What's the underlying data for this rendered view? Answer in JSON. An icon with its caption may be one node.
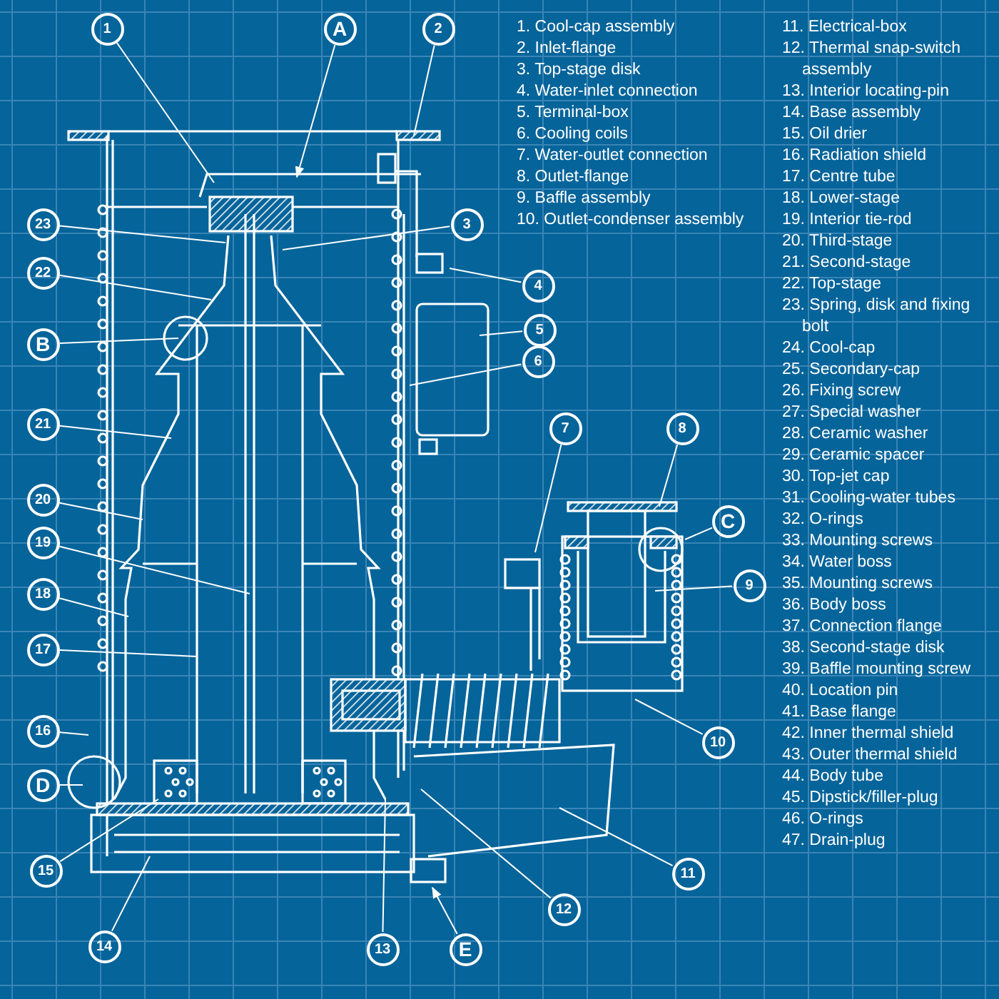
{
  "diagram": {
    "nodes": [
      {
        "text": [
          "1"
        ]
      },
      {
        "text": [
          "2"
        ]
      },
      {
        "text": [
          "3"
        ]
      },
      {
        "text": [
          "4"
        ]
      },
      {
        "text": [
          "5"
        ]
      },
      {
        "text": [
          "6"
        ]
      },
      {
        "text": [
          "7"
        ]
      },
      {
        "text": [
          "8"
        ]
      },
      {
        "text": [
          "9"
        ]
      },
      {
        "text": [
          "10"
        ]
      },
      {
        "text": [
          "11"
        ]
      },
      {
        "text": [
          "12"
        ]
      },
      {
        "text": [
          "13"
        ]
      },
      {
        "text": [
          "14"
        ]
      },
      {
        "text": [
          "15"
        ]
      },
      {
        "text": [
          "16"
        ]
      },
      {
        "text": [
          "17"
        ]
      },
      {
        "text": [
          "18"
        ]
      },
      {
        "text": [
          "19"
        ]
      },
      {
        "text": [
          "20"
        ]
      },
      {
        "text": [
          "21"
        ]
      },
      {
        "text": [
          "22"
        ]
      },
      {
        "text": [
          "23"
        ]
      },
      {
        "text": [
          "A"
        ]
      },
      {
        "text": [
          "B"
        ]
      },
      {
        "text": [
          "C"
        ]
      },
      {
        "text": [
          "D"
        ]
      },
      {
        "text": [
          "E"
        ]
      }
    ],
    "edges": [
      {
        "from": 0,
        "to": null,
        "arrow": "none"
      },
      {
        "from": 1,
        "to": null,
        "arrow": "none"
      },
      {
        "from": 2,
        "to": null,
        "arrow": "none"
      },
      {
        "from": 3,
        "to": null,
        "arrow": "none"
      },
      {
        "from": 4,
        "to": null,
        "arrow": "none"
      },
      {
        "from": 5,
        "to": null,
        "arrow": "none"
      },
      {
        "from": 6,
        "to": null,
        "arrow": "none"
      },
      {
        "from": 7,
        "to": null,
        "arrow": "none"
      },
      {
        "from": 8,
        "to": null,
        "arrow": "none"
      },
      {
        "from": 9,
        "to": null,
        "arrow": "none"
      },
      {
        "from": 10,
        "to": null,
        "arrow": "none"
      },
      {
        "from": 11,
        "to": null,
        "arrow": "none"
      },
      {
        "from": 12,
        "to": null,
        "arrow": "none"
      },
      {
        "from": 13,
        "to": null,
        "arrow": "none"
      },
      {
        "from": 14,
        "to": null,
        "arrow": "none"
      },
      {
        "from": 15,
        "to": null,
        "arrow": "none"
      },
      {
        "from": 16,
        "to": null,
        "arrow": "none"
      },
      {
        "from": 17,
        "to": null,
        "arrow": "none"
      },
      {
        "from": 18,
        "to": null,
        "arrow": "none"
      },
      {
        "from": 19,
        "to": null,
        "arrow": "none"
      },
      {
        "from": 20,
        "to": null,
        "arrow": "none"
      },
      {
        "from": 21,
        "to": null,
        "arrow": "none"
      },
      {
        "from": 22,
        "to": null,
        "arrow": "none"
      },
      {
        "from": 23,
        "to": null,
        "arrow": "to"
      },
      {
        "from": 24,
        "to": null,
        "arrow": "none"
      },
      {
        "from": 25,
        "to": null,
        "arrow": "none"
      },
      {
        "from": 26,
        "to": null,
        "arrow": "none"
      },
      {
        "from": 27,
        "to": null,
        "arrow": "to"
      }
    ],
    "labels": [
      "1. Cool-cap assembly",
      "2. Inlet-flange",
      "3. Top-stage disk",
      "4. Water-inlet connection",
      "5. Terminal-box",
      "6. Cooling coils",
      "7. Water-outlet connection",
      "8. Outlet-flange",
      "9. Baffle assembly",
      "10. Outlet-condenser assembly",
      "11. Electrical-box",
      "12. Thermal snap-switch assembly",
      "13. Interior locating-pin",
      "14. Base assembly",
      "15. Oil drier",
      "16. Radiation shield",
      "17. Centre tube",
      "18. Lower-stage",
      "19. Interior tie-rod",
      "20. Third-stage",
      "21. Second-stage",
      "22. Top-stage",
      "23. Spring, disk and fixing bolt",
      "24. Cool-cap",
      "25. Secondary-cap",
      "26. Fixing screw",
      "27. Special washer",
      "28. Ceramic washer",
      "29. Ceramic spacer",
      "30. Top-jet cap",
      "31. Cooling-water tubes",
      "32. O-rings",
      "33. Mounting screws",
      "34. Water boss",
      "35. Mounting screws",
      "36. Body boss",
      "37. Connection flange",
      "38. Second-stage disk",
      "39. Baffle mounting screw",
      "40. Location pin",
      "41. Base flange",
      "42. Inner thermal shield",
      "43. Outer thermal shield",
      "44. Body tube",
      "45. Dipstick/filler-plug",
      "46. O-rings",
      "47. Drain-plug"
    ]
  }
}
